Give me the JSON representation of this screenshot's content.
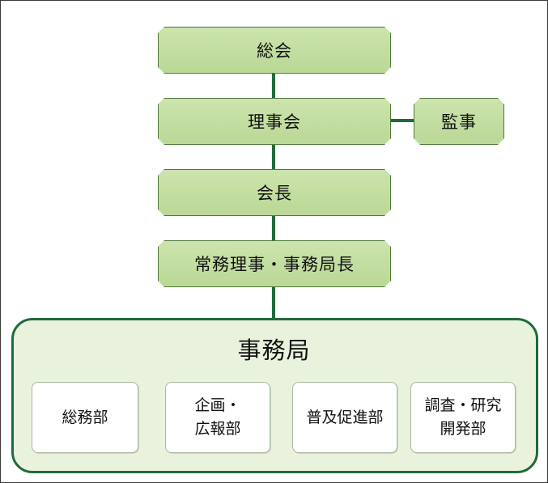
{
  "nodes": {
    "general_assembly": "総会",
    "board": "理事会",
    "auditor": "監事",
    "president": "会長",
    "executive": "常務理事・事務局長"
  },
  "secretariat": {
    "title": "事務局",
    "departments": [
      "総務部",
      "企画・\n広報部",
      "普及促進部",
      "調査・研究\n開発部"
    ]
  },
  "colors": {
    "node_fill": "#c9e2a9",
    "node_border": "#4d7a37",
    "connector": "#1f6b3a",
    "secretariat_fill": "#e8f2dc"
  }
}
